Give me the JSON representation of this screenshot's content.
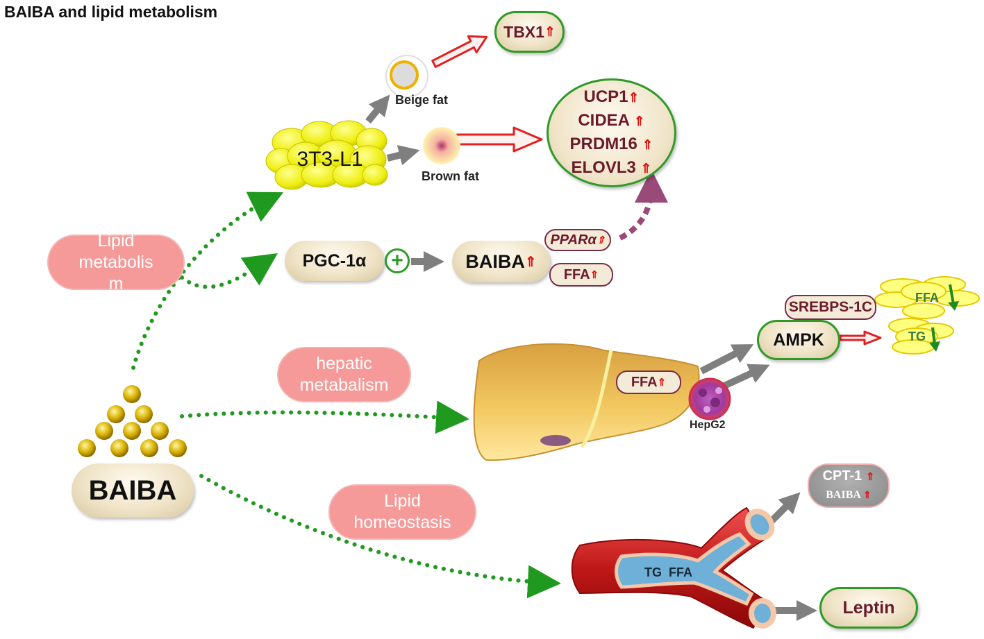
{
  "title": "BAIBA and lipid metabolism",
  "up_arrow": "⇑",
  "down_arrow": "↓",
  "baiba_main": "BAIBA",
  "categories": {
    "lipid_metabolism": "Lipid metabolis m",
    "hepatic": "hepatic metabalism",
    "homeostasis": "Lipid homeostasis"
  },
  "nodes": {
    "t3l1": "3T3-L1",
    "beige_fat": "Beige fat",
    "brown_fat": "Brown fat",
    "tbx1": "TBX1",
    "ucp1": "UCP1",
    "cidea": "CIDEA",
    "prdm16": "PRDM16",
    "elovl3": "ELOVL3",
    "pgc": "PGC-1α",
    "plus": "+",
    "baiba_up": "BAIBA",
    "ppara": "PPARα",
    "ffa_top": "FFA",
    "srebps": "SREBPS-1C",
    "ampk": "AMPK",
    "ffa_fat": "FFA",
    "tg_fat": "TG",
    "ffa_liver": "FFA",
    "hepg2": "HepG2",
    "cpt1": "CPT-1",
    "baiba_small": "BAIBA",
    "vessel_tg": "TG",
    "vessel_ffa": "FFA",
    "leptin": "Leptin"
  },
  "colors": {
    "green_dotted": "#1f9a1f",
    "gray_arrow": "#7f7f7f",
    "red_arrow": "#e02020",
    "purple_dotted": "#9a4a78",
    "up_red": "#e01010",
    "green_ring": "#2f9a26",
    "pink": "#f59a98"
  }
}
